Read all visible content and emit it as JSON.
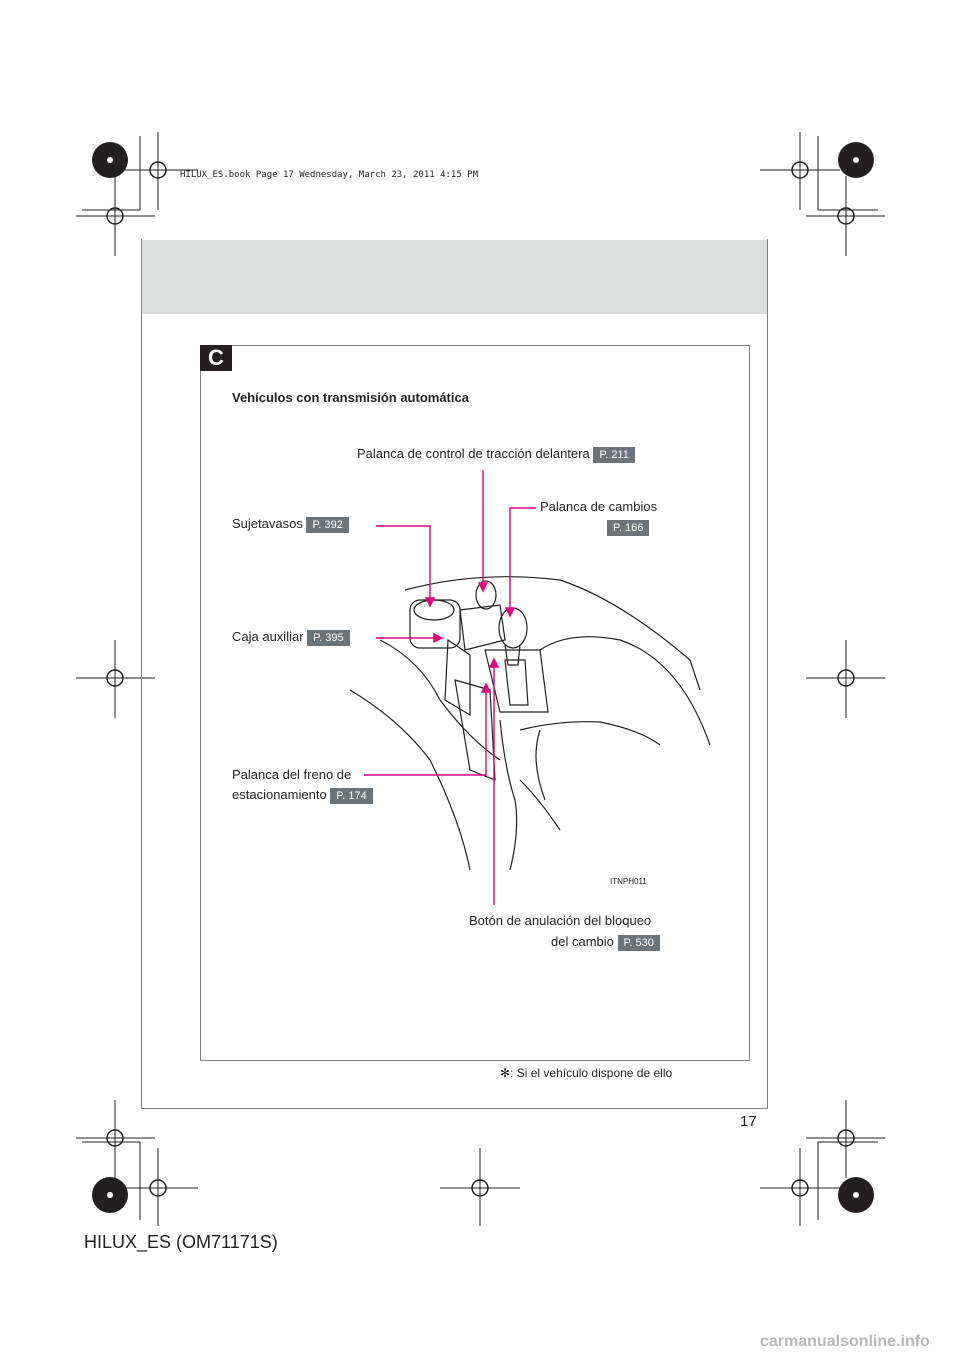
{
  "section_letter": "C",
  "subtitle": "Vehículos con transmisión automática",
  "callouts": {
    "front_drive_lever": {
      "label": "Palanca de control de tracción delantera",
      "ref": "P. 211"
    },
    "shift_lever": {
      "label": "Palanca de cambios",
      "ref": "P. 166"
    },
    "cup_holders": {
      "label": "Sujetavasos",
      "ref": "P. 392"
    },
    "auxiliary_box": {
      "label": "Caja auxiliar",
      "ref": "P. 395"
    },
    "parking_brake": {
      "label_line1": "Palanca del freno de",
      "label_line2": "estacionamiento",
      "ref": "P. 174"
    },
    "shift_lock": {
      "label_line1": "Botón de anulación del bloqueo",
      "label_line2": "del cambio",
      "ref": "P. 530"
    }
  },
  "illustration_code": "ITNPH011",
  "footnote": "✻: Si el vehículo dispone de ello",
  "page_number": "17",
  "manual_id": "HILUX_ES (OM71171S)",
  "print_watermark": "HILUX_ES.book  Page 17  Wednesday, March 23, 2011  4:15 PM",
  "site_watermark": "carmanualsonline.info",
  "colors": {
    "leader_line": "#e6007e",
    "ref_badge": "#6d7479",
    "header_band": "#dcdddd",
    "section_tab": "#231f20"
  }
}
